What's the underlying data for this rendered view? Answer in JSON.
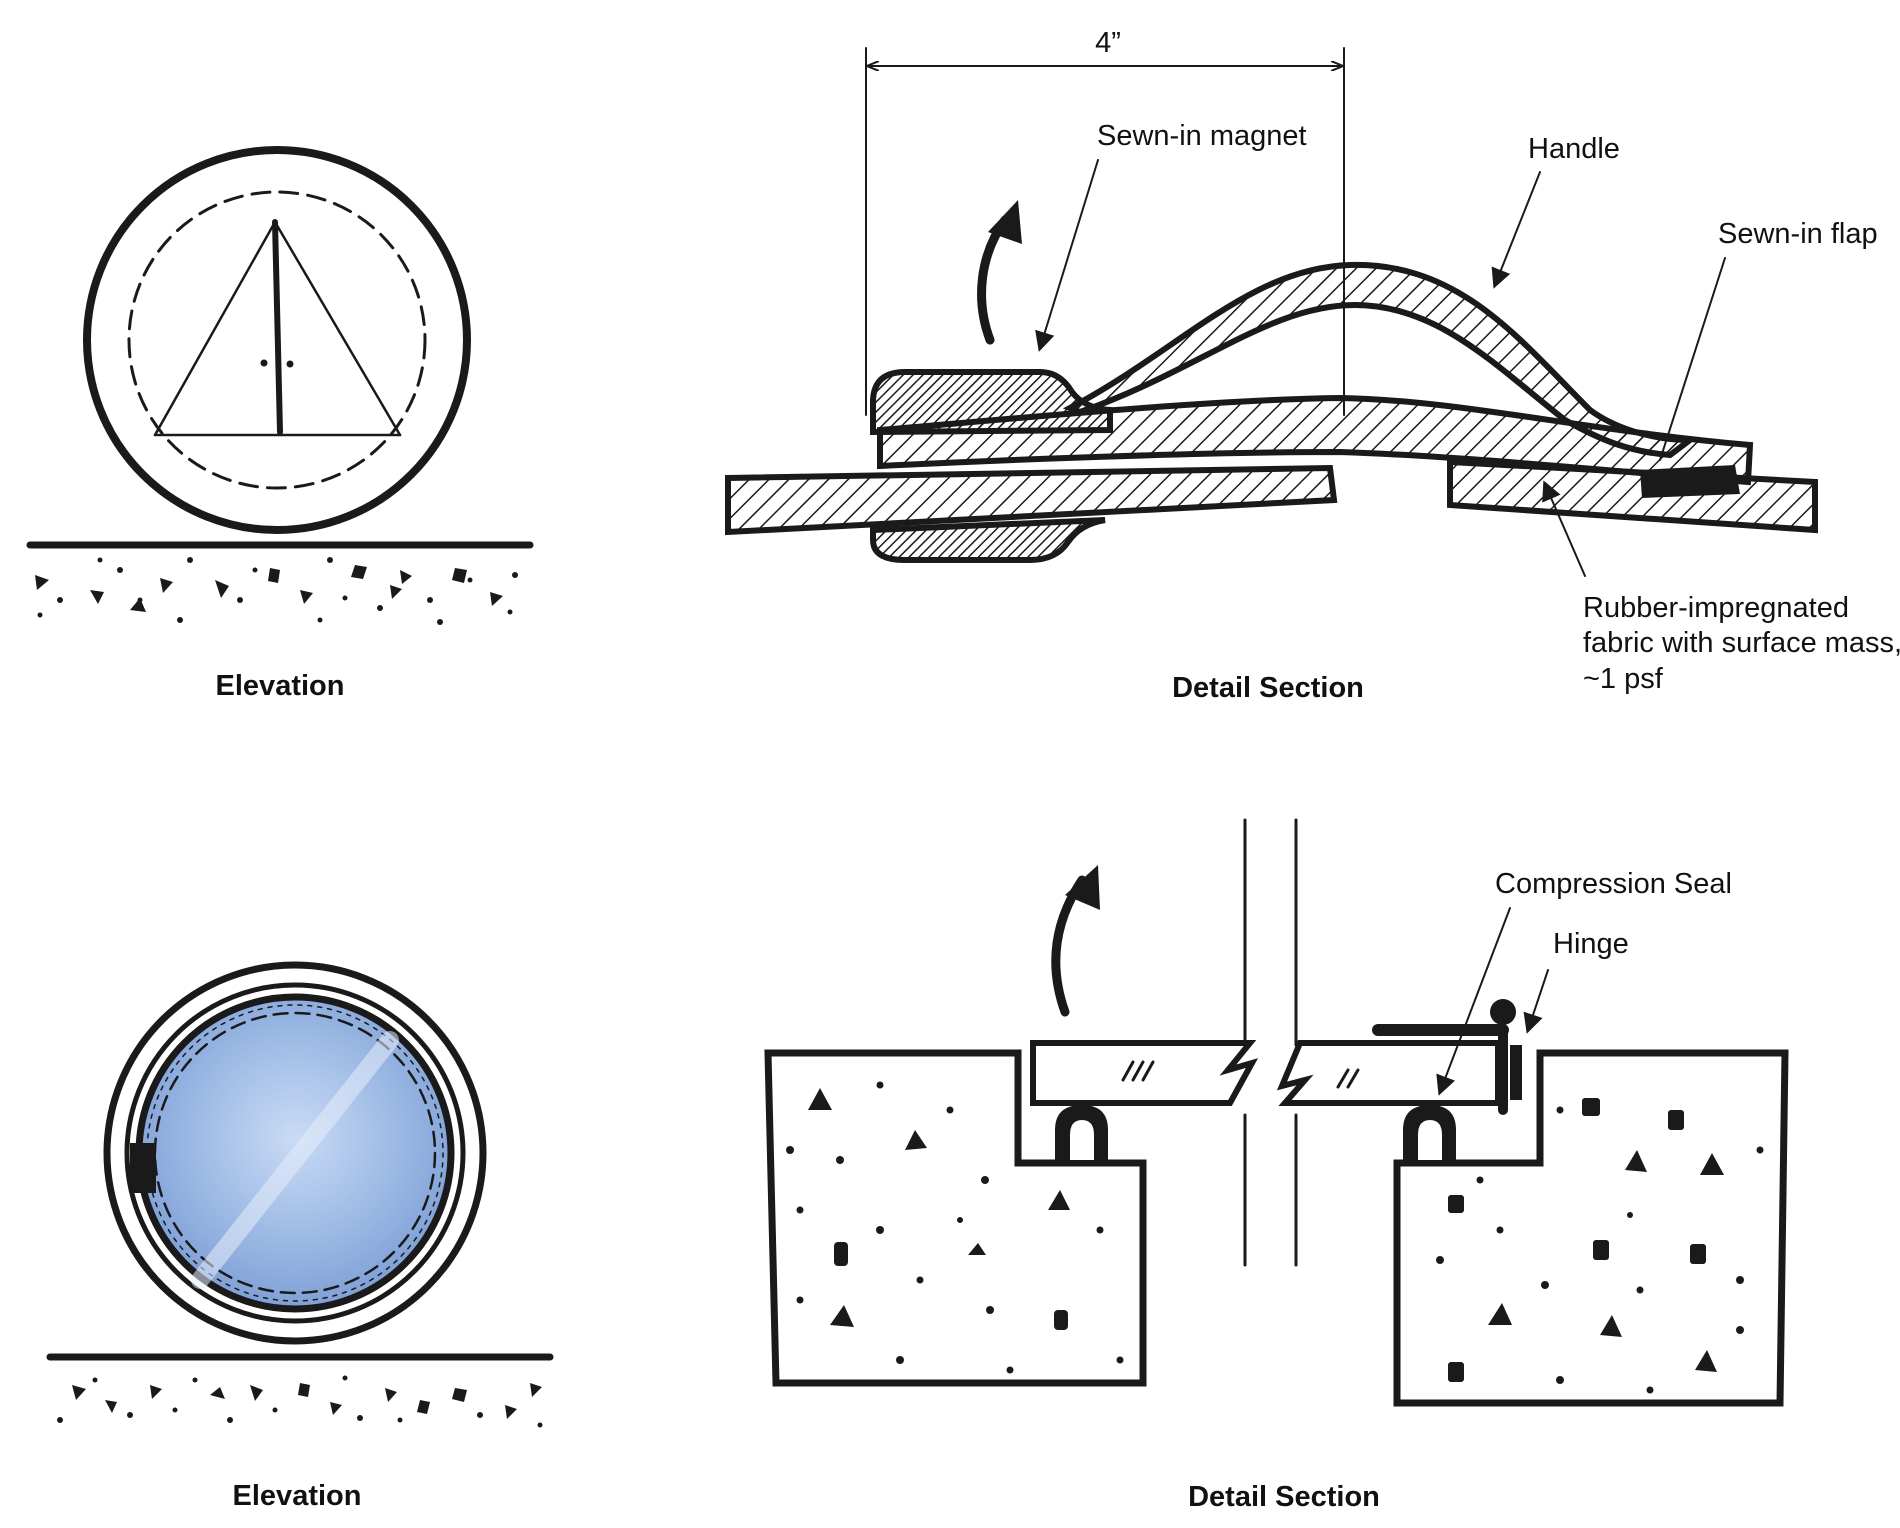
{
  "panels": {
    "top_left": {
      "caption": "Elevation"
    },
    "top_right": {
      "caption": "Detail Section",
      "dimension": "4”",
      "labels": {
        "magnet": "Sewn-in magnet",
        "handle": "Handle",
        "flap": "Sewn-in flap",
        "fabric_line1": "Rubber-impregnated",
        "fabric_line2": "fabric with surface mass,",
        "fabric_line3": "~1 psf"
      }
    },
    "bottom_left": {
      "caption": "Elevation"
    },
    "bottom_right": {
      "caption": "Detail Section",
      "labels": {
        "seal": "Compression Seal",
        "hinge": "Hinge"
      }
    }
  },
  "colors": {
    "ink": "#1a1a1a",
    "glass_fill": "#8fb0e0",
    "glass_highlight": "#c9dbf5"
  },
  "icons": [
    "up-arrow-icon",
    "leader-arrow-icon",
    "break-symbol-icon"
  ]
}
